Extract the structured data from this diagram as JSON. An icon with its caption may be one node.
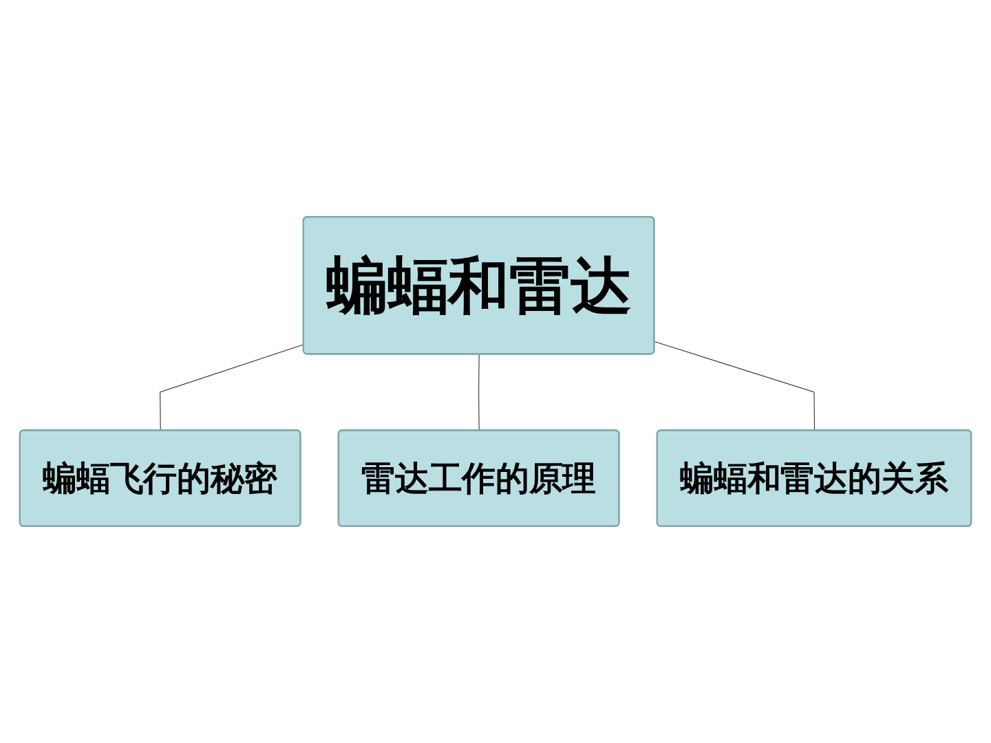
{
  "diagram": {
    "nodes": [
      {
        "text": [
          "蝙蝠和雷达"
        ]
      },
      {
        "text": [
          "蝙蝠飞行的秘密"
        ]
      },
      {
        "text": [
          "雷达工作的原理"
        ]
      },
      {
        "text": [
          "蝙蝠和雷达的关系"
        ]
      }
    ],
    "edges": [
      {
        "from": 0,
        "to": 1,
        "arrow": "none"
      },
      {
        "from": 0,
        "to": 2,
        "arrow": "none"
      },
      {
        "from": 0,
        "to": 3,
        "arrow": "none"
      }
    ]
  }
}
